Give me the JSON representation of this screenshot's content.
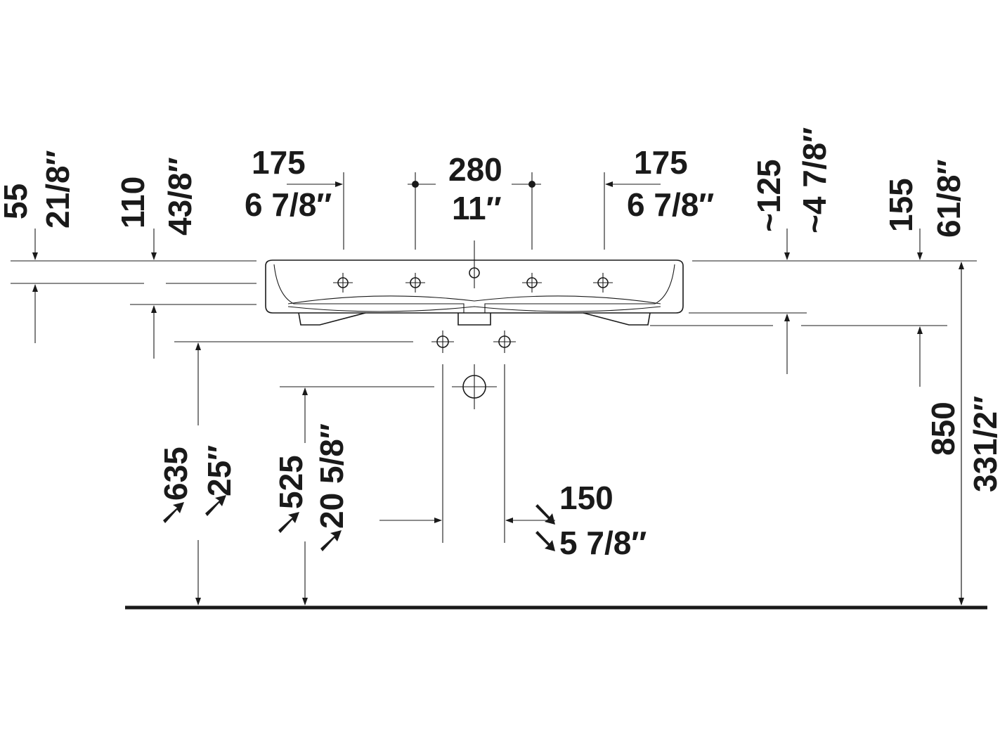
{
  "dimensions": {
    "top_left_mm": "175",
    "top_left_in": "6 7/8″",
    "top_center_mm": "280",
    "top_center_in": "11″",
    "top_right_mm": "175",
    "top_right_in": "6 7/8″",
    "left_depth_mm": "55",
    "left_depth_in": "21/8″",
    "left_thickness_mm": "110",
    "left_thickness_in": "43/8″",
    "right_approx_mm": "~125",
    "right_approx_in": "~4 7/8″",
    "right_depth_mm": "155",
    "right_depth_in": "61/8″",
    "total_height_mm": "850",
    "total_height_in": "331/2″",
    "supply_height_mm": "635",
    "supply_height_in": "25″",
    "drain_height_mm": "525",
    "drain_height_in": "20 5/8″",
    "supply_spacing_mm": "150",
    "supply_spacing_in": "5 7/8″"
  }
}
